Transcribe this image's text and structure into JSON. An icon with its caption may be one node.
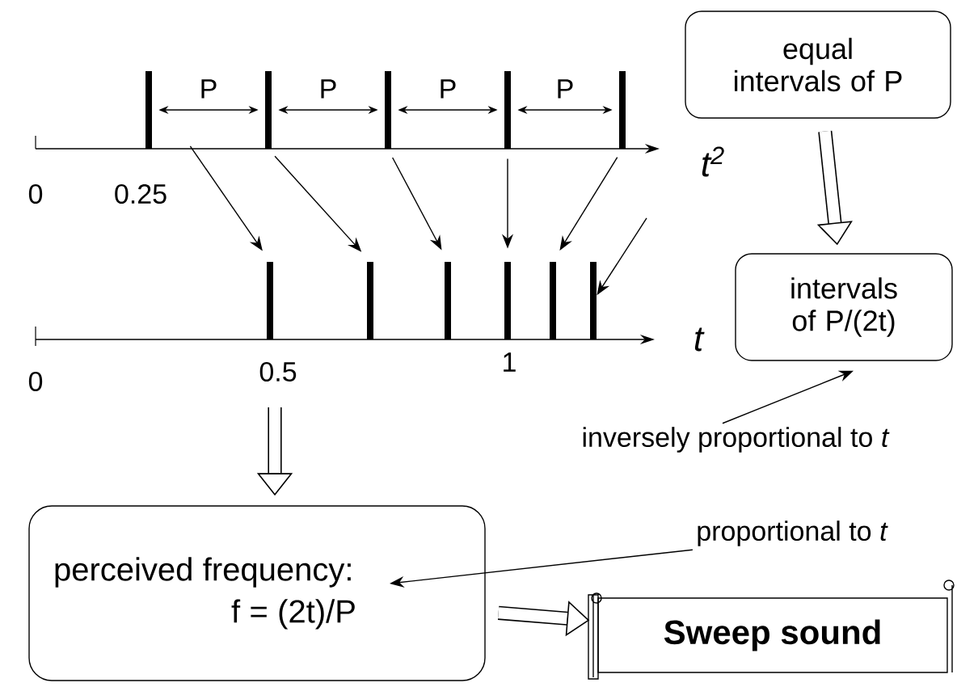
{
  "diagram": {
    "nodes": [
      {
        "text": [],
        "shape": "bar"
      },
      {
        "text": [],
        "shape": "bar"
      },
      {
        "text": [],
        "shape": "bar"
      },
      {
        "text": [],
        "shape": "bar"
      },
      {
        "text": [],
        "shape": "bar"
      },
      {
        "text": [
          "equal intervals of P"
        ]
      },
      {
        "text": [],
        "shape": "bar"
      },
      {
        "text": [],
        "shape": "bar"
      },
      {
        "text": [],
        "shape": "bar"
      },
      {
        "text": [],
        "shape": "bar"
      },
      {
        "text": [],
        "shape": "bar"
      },
      {
        "text": [],
        "shape": "bar"
      },
      {
        "text": [
          "intervals of P/(2t)"
        ]
      },
      {
        "text": [
          "inversely proportional to *t*"
        ]
      },
      {
        "text": [
          "perceived frequency:",
          "f = (2t)/P"
        ]
      },
      {
        "text": [
          "proportional to *t*"
        ]
      },
      {
        "text": [
          "Sweep sound"
        ]
      }
    ],
    "edges": [
      {
        "from": 0,
        "to": 1,
        "arrow": "both",
        "label": "P"
      },
      {
        "from": 1,
        "to": 2,
        "arrow": "both",
        "label": "P"
      },
      {
        "from": 2,
        "to": 3,
        "arrow": "both",
        "label": "P"
      },
      {
        "from": 3,
        "to": 4,
        "arrow": "both",
        "label": "P"
      },
      {
        "from": 0,
        "to": 6,
        "arrow": "to"
      },
      {
        "from": 1,
        "to": 7,
        "arrow": "to"
      },
      {
        "from": 2,
        "to": 8,
        "arrow": "to"
      },
      {
        "from": 3,
        "to": 9,
        "arrow": "to"
      },
      {
        "from": 4,
        "to": 10,
        "arrow": "to"
      },
      {
        "from": null,
        "to": 11,
        "arrow": "to"
      },
      {
        "from": 5,
        "to": 12,
        "arrow": "to",
        "style": "thick"
      },
      {
        "from": 13,
        "to": 12,
        "arrow": "to"
      },
      {
        "from": null,
        "to": 14,
        "arrow": "to",
        "style": "thick"
      },
      {
        "from": 15,
        "to": 14,
        "arrow": "to"
      },
      {
        "from": 14,
        "to": 16,
        "arrow": "to",
        "style": "thick"
      }
    ],
    "labels": [
      "0",
      "0.25",
      "t$^{2}$",
      "0",
      "0.5",
      "1",
      "t"
    ]
  }
}
